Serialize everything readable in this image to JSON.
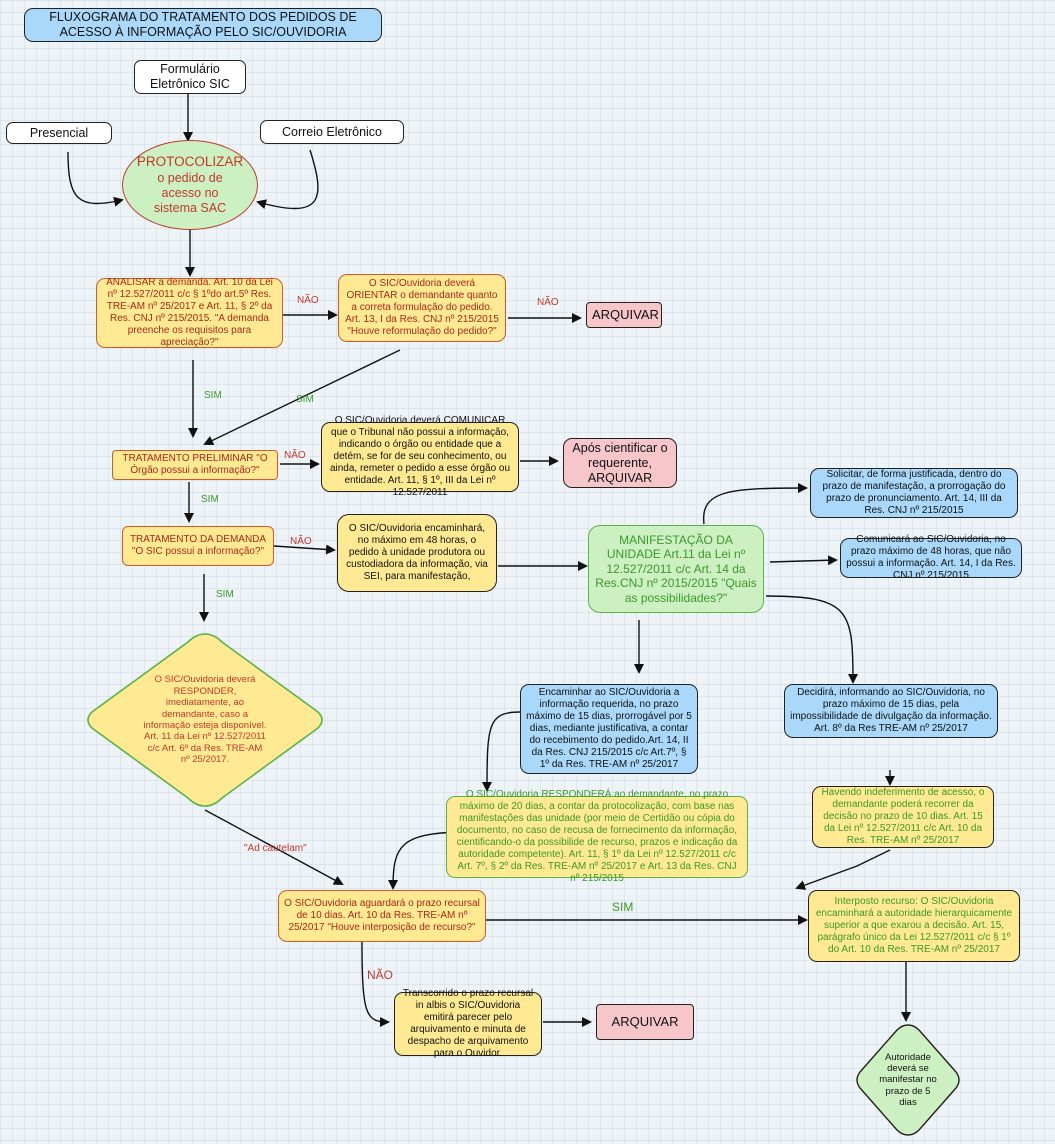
{
  "title": "FLUXOGRAMA DO TRATAMENTO DOS PEDIDOS DE ACESSO À INFORMAÇÃO PELO SIC/OUVIDORIA",
  "nodes": {
    "formulario": "Formulário Eletrônico SIC",
    "presencial": "Presencial",
    "correio": "Correio Eletrônico",
    "protocolizar_head": "PROTOCOLIZAR",
    "protocolizar_body": "o pedido de acesso no sistema SAC",
    "analisar": "ANALISAR a demanda. Art. 10 da Lei nº 12.527/2011 c/c § 1ºdo art.5º Res. TRE-AM nº 25/2017 e Art. 11, § 2º da Res. CNJ nº 215/2015. \"A demanda preenche os requisitos para apreciação?\"",
    "orientar": "O SIC/Ouvidoria deverá ORIENTAR o demandante quanto a correta formulação do pedido. Art. 13, I da Res. CNJ nº 215/2015 \"Houve reformulação do pedido?\"",
    "arquivar1": "ARQUIVAR",
    "tratamento_preliminar": "TRATAMENTO PRELIMINAR \"O Órgão possui a informação?\"",
    "comunicar": "O SIC/Ouvidoria deverá COMUNICAR que o Tribunal não possui a informação, indicando o órgão ou entidade que a detém, se for de seu conhecimento, ou ainda, remeter o pedido a esse órgão ou entidade. Art. 11, § 1º, III da Lei nº 12.527/2011",
    "apos_cientificar": "Após cientificar o requerente, ARQUIVAR",
    "tratamento_demanda": "TRATAMENTO DA DEMANDA \"O SIC possui a informação?\"",
    "encaminhara": "O SIC/Ouvidoria encaminhará, no máximo em 48 horas, o pedido à unidade produtora ou custodiadora da informação, via SEI, para manifestação,",
    "manifestacao": "MANIFESTAÇÃO DA UNIDADE Art.11 da Lei nº 12.527/2011 c/c Art. 14 da Res.CNJ nº 2015/2015 \"Quais as possibilidades?\"",
    "solicitar": "Solicitar, de forma justificada, dentro do prazo de manifestação, a prorrogação do prazo de pronunciamento. Art. 14, III da Res. CNJ nº 215/2015",
    "comunicara": "Comunicará ao SIC/Ouvidoria, no prazo máximo de 48 horas, que não possui a informação. Art. 14, I da Res. CNJ nº 215/2015",
    "responder": "O SIC/Ouvidoria deverá RESPONDER, imediatamente, ao demandante, caso a informação esteja disponível. Art. 11 da Lei nº 12.527/2011 c/c Art. 6º da Res. TRE-AM nº 25/2017.",
    "encaminhar15": "Encaminhar ao SIC/Ouvidoria a informação requerida, no prazo máximo de 15 dias, prorrogável por 5 dias, mediante justificativa, a contar do recebimento do pedido.Art. 14, II da Res. CNJ 215/2015 c/c Art.7º, § 1º da Res. TRE-AM nº 25/2017",
    "decidira": "Decidirá, informando ao SIC/Ouvidoria, no prazo máximo de 15 dias, pela impossibilidade de divulgação da informação. Art. 8º da Res TRE-AM nº 25/2017",
    "respondera20": "O SIC/Ouvidoria RESPONDERÁ ao demandante, no prazo máximo de 20 dias, a contar da protocolização, com base nas manifestações das unidade (por meio de Certidão ou cópia do documento, no caso de recusa de fornecimento da informação, cientificando-o da possibilide de recurso, prazos e indicação da autoridade competente). Art. 11, § 1º da Lei nº 12.527/2011 c/c Art. 7º, § 2º da Res. TRE-AM nº 25/2017 e Art. 13 da Res. CNJ nº 215/2015",
    "havendo": "Havendo indeferimento de acesso, o demandante poderá recorrer da decisão no prazo de 10 dias. Art. 15 da Lei nº 12.527/2011 c/c Art. 10 da Res. TRE-AM nº 25/2017",
    "aguardara": "O SIC/Ouvidoria aguardará o prazo recursal de 10 dias. Art. 10 da Res. TRE-AM nº 25/2017 \"Houve interposição de recurso?\"",
    "interposto": "Interposto recurso: O SIC/Ouvidoria encaminhará a autoridade hierarquicamente superior a que exarou a decisão. Art. 15, parágrafo único da Lei 12.527/2011 c/c § 1º do Art. 10 da Res. TRE-AM nº 25/2017",
    "transcorrido": "Transcorrido o prazo recursal in albis o SIC/Ouvidoria emitirá parecer pelo arquivamento e minuta de despacho de arquivamento para o Ouvidor.",
    "arquivar2": "ARQUIVAR",
    "autoridade": "Autoridade deverá se manifestar no prazo de 5 dias"
  },
  "edge_labels": {
    "nao1": "NÃO",
    "nao2": "NÃO",
    "sim1": "SIM",
    "sim2": "SIM",
    "nao3": "NÃO",
    "sim3": "SIM",
    "nao4": "NÃO",
    "sim4": "SIM",
    "ad_cautelam": "\"Ad cautelam\"",
    "sim5": "SIM",
    "nao5": "NÃO"
  }
}
